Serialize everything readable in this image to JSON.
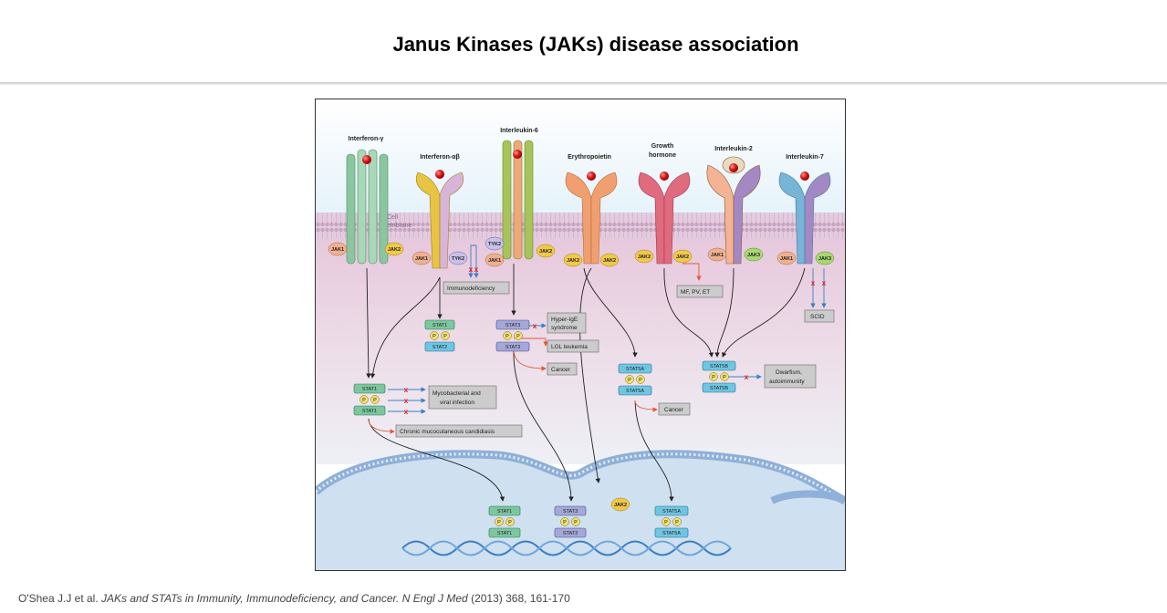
{
  "slide": {
    "title": "Janus Kinases (JAKs) disease association"
  },
  "figure": {
    "membrane_label_1": "Cell",
    "membrane_label_2": "membrane",
    "ligands": [
      "Interferon-γ",
      "Interferon-αβ",
      "Interleukin-6",
      "Erythropoietin",
      "Growth",
      "hormone",
      "Interleukin-2",
      "Interleukin-7"
    ],
    "kinases": {
      "ifng_jak1": "JAK1",
      "ifng_jak2": "JAK2",
      "ifnab_jak1": "JAK1",
      "ifnab_tyk2": "TYK2",
      "il6_tyk2": "TYK2",
      "il6_jak1": "JAK1",
      "il6_jak2": "JAK2",
      "epo_jak2a": "JAK2",
      "epo_jak2b": "JAK2",
      "gh_jak2a": "JAK2",
      "gh_jak2b": "JAK2",
      "il2_jak1": "JAK1",
      "il2_jak3": "JAK3",
      "il7_jak1": "JAK1",
      "il7_jak3": "JAK3",
      "nuclear_jak2": "JAK2"
    },
    "stats": {
      "stat1_2_top": "STAT1",
      "stat1_2_bottom": "STAT2",
      "stat3_top": "STAT3",
      "stat3_bottom": "STAT3",
      "stat1_top": "STAT1",
      "stat1_bottom": "STAT1",
      "stat5a_top": "STAT5A",
      "stat5a_bottom": "STAT5A",
      "stat5b_top": "STAT5B",
      "stat5b_bottom": "STAT5B",
      "nuc_stat1_top": "STAT1",
      "nuc_stat1_bottom": "STAT1",
      "nuc_stat3_top": "STAT3",
      "nuc_stat3_bottom": "STAT3",
      "nuc_stat5a_top": "STAT5A",
      "nuc_stat5a_bottom": "STAT5A",
      "phospho": "P"
    },
    "diseases": {
      "immunodeficiency": "Immunodeficiency",
      "hyper_ige_1": "Hyper-IgE",
      "hyper_ige_2": "syndrome",
      "lgl_leukemia": "LGL leukemia",
      "cancer_stat3": "Cancer",
      "mycobacterial_1": "Mycobacterial and",
      "mycobacterial_2": "viral infection",
      "candidiasis": "Chronic mucocutaneous candidiasis",
      "cancer_stat5a": "Cancer",
      "mf_pv_et": "MF, PV, ET",
      "dwarfism_1": "Dwarfism,",
      "dwarfism_2": "autoimmunity",
      "scid": "SCID"
    },
    "colors": {
      "ifng_receptor": "#8cc6a0",
      "ifnab_receptor": "#e8c443",
      "il6_receptor": "#a8c35a",
      "epo_receptor": "#f0a070",
      "gh_receptor": "#e06a7e",
      "il2_receptor": "#f4b494",
      "il2_gamma": "#a488c4",
      "il7_receptor": "#78b4d6",
      "jak": "#f0c84a",
      "stat_green": "#7cc6a0",
      "stat_purple": "#a4a8d8",
      "stat_cyan": "#6ec6e2",
      "disease_box": "#cccccc",
      "arrow_red": "#e05a3a",
      "arrow_blue": "#3d7ec4",
      "membrane_pink": "#d8b0c8",
      "nucleus_blue": "#8fb0d8"
    }
  },
  "citation": {
    "authors": "O'Shea J.J et al. ",
    "title": "JAKs and STATs in Immunity, Immunodeficiency, and Cancer. N Engl J Med",
    "details": " (2013) 368, 161-170"
  }
}
